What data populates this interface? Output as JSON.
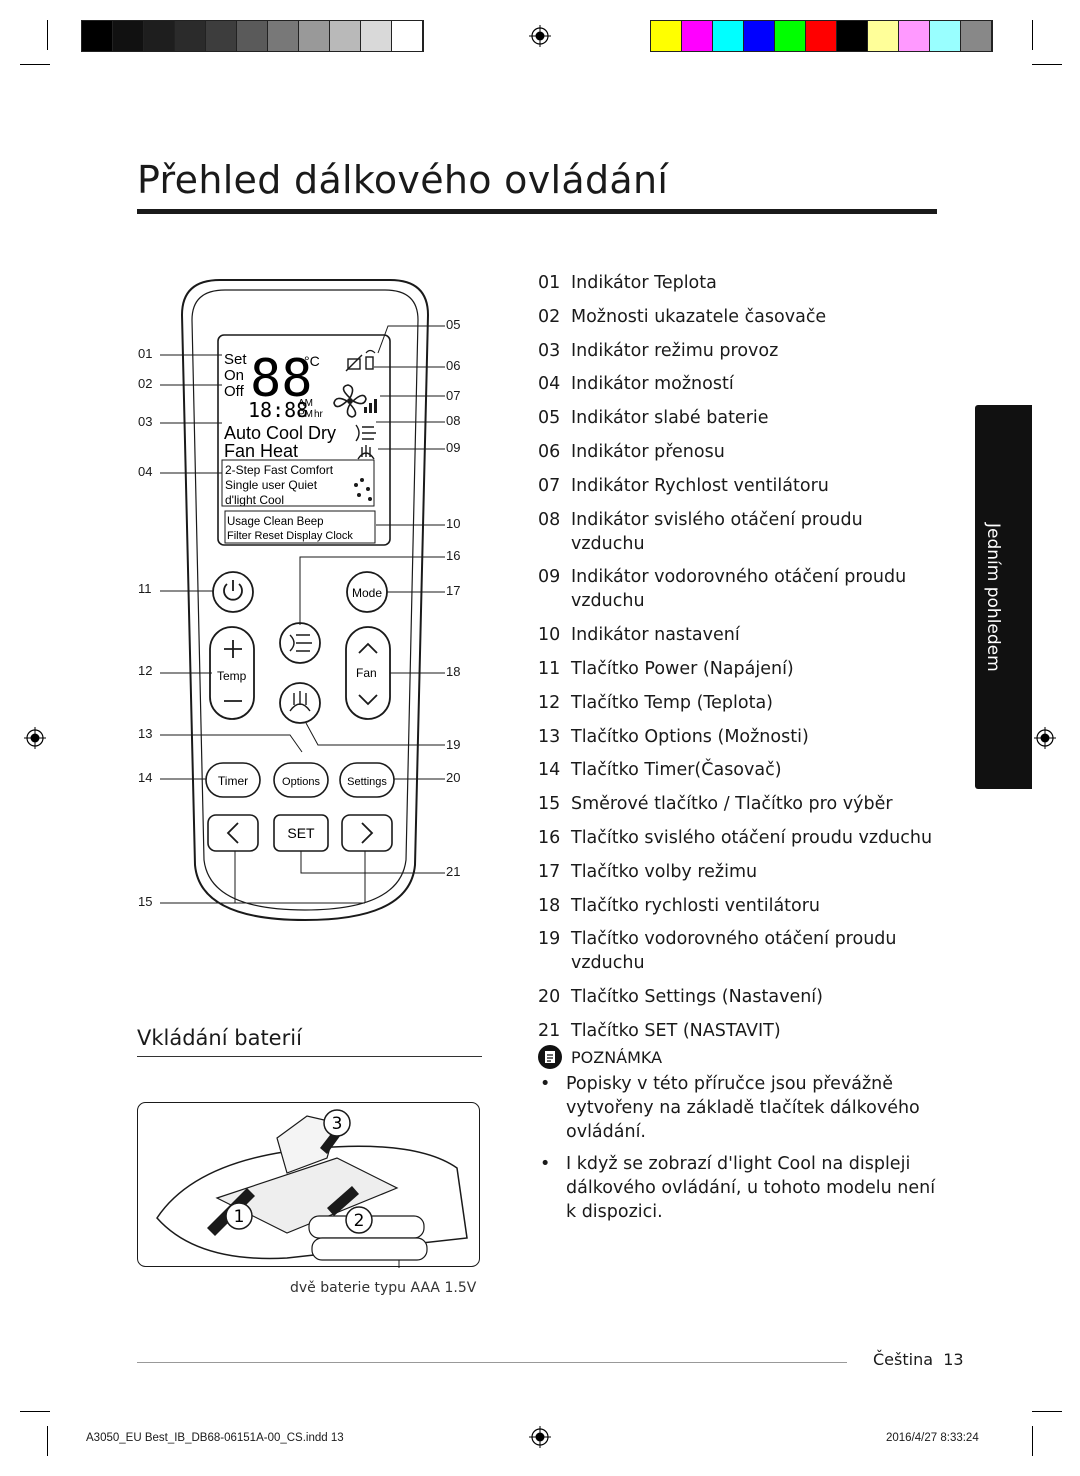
{
  "colors": {
    "grayscale": [
      "#000000",
      "#111111",
      "#1e1e1e",
      "#2b2b2b",
      "#3d3d3d",
      "#5a5a5a",
      "#787878",
      "#999999",
      "#b9b9b9",
      "#d9d9d9",
      "#ffffff"
    ],
    "process": [
      "#ffff00",
      "#ff00ff",
      "#00ffff",
      "#0000ff",
      "#00ff00",
      "#ff0000",
      "#000000",
      "#ffff99",
      "#ff99ff",
      "#99ffff",
      "#888888"
    ]
  },
  "page": {
    "title": "Přehled dálkového ovládání",
    "side_tab": "Jedním pohledem",
    "subheading": "Vkládání baterií",
    "battery_caption": "dvě baterie typu AAA 1.5V",
    "footer_lang": "Čeština",
    "footer_page": "13",
    "slug": "A3050_EU Best_IB_DB68-06151A-00_CS.indd   13",
    "date": "2016/4/27   8:33:24"
  },
  "items": [
    {
      "num": "01",
      "text": "Indikátor Teplota"
    },
    {
      "num": "02",
      "text": "Možnosti ukazatele časovače"
    },
    {
      "num": "03",
      "text": "Indikátor režimu provoz"
    },
    {
      "num": "04",
      "text": "Indikátor možností"
    },
    {
      "num": "05",
      "text": "Indikátor slabé baterie"
    },
    {
      "num": "06",
      "text": "Indikátor přenosu"
    },
    {
      "num": "07",
      "text": "Indikátor Rychlost ventilátoru"
    },
    {
      "num": "08",
      "text": "Indikátor svislého otáčení proudu vzduchu"
    },
    {
      "num": "09",
      "text": "Indikátor vodorovného otáčení proudu vzduchu"
    },
    {
      "num": "10",
      "text": "Indikátor nastavení"
    },
    {
      "num": "11",
      "text": "Tlačítko Power (Napájení)"
    },
    {
      "num": "12",
      "text": "Tlačítko Temp (Teplota)"
    },
    {
      "num": "13",
      "text": "Tlačítko Options (Možnosti)"
    },
    {
      "num": "14",
      "text": "Tlačítko Timer(Časovač)"
    },
    {
      "num": "15",
      "text": "Směrové tlačítko / Tlačítko pro výběr"
    },
    {
      "num": "16",
      "text": "Tlačítko svislého otáčení proudu vzduchu"
    },
    {
      "num": "17",
      "text": "Tlačítko volby režimu"
    },
    {
      "num": "18",
      "text": "Tlačítko rychlosti ventilátoru"
    },
    {
      "num": "19",
      "text": "Tlačítko vodorovného otáčení proudu vzduchu"
    },
    {
      "num": "20",
      "text": "Tlačítko Settings (Nastavení)"
    },
    {
      "num": "21",
      "text": "Tlačítko SET (NASTAVIT)"
    }
  ],
  "note": {
    "heading": "POZNÁMKA",
    "bullets": [
      "Popisky v této příručce jsou převážně vytvořeny na základě tlačítek dálkového ovládání.",
      "I když se zobrazí d'light Cool na displeji dálkového ovládání, u tohoto modelu není k dispozici."
    ]
  },
  "remote": {
    "display": {
      "set": "Set",
      "on": "On",
      "off": "Off",
      "digits": "88",
      "unit": "°C",
      "clock": "18:88",
      "am": "AM",
      "pm": "PM",
      "hr": "hr",
      "modes": "Auto Cool Dry",
      "modes2": "Fan  Heat",
      "opt1": "2-Step  Fast  Comfort",
      "opt2": "Single user  Quiet",
      "opt3": "d'light Cool",
      "set1": "Usage Clean Beep",
      "set2": "Filter Reset Display Clock"
    },
    "buttons": {
      "mode": "Mode",
      "temp": "Temp",
      "fan": "Fan",
      "timer": "Timer",
      "options": "Options",
      "settings": "Settings",
      "set": "SET"
    },
    "callouts_left": [
      "01",
      "02",
      "03",
      "04",
      "11",
      "12",
      "13",
      "14",
      "15"
    ],
    "callouts_right": [
      "05",
      "06",
      "07",
      "08",
      "09",
      "10",
      "16",
      "17",
      "18",
      "19",
      "20",
      "21"
    ]
  },
  "battery_steps": [
    "3",
    "1",
    "2"
  ]
}
